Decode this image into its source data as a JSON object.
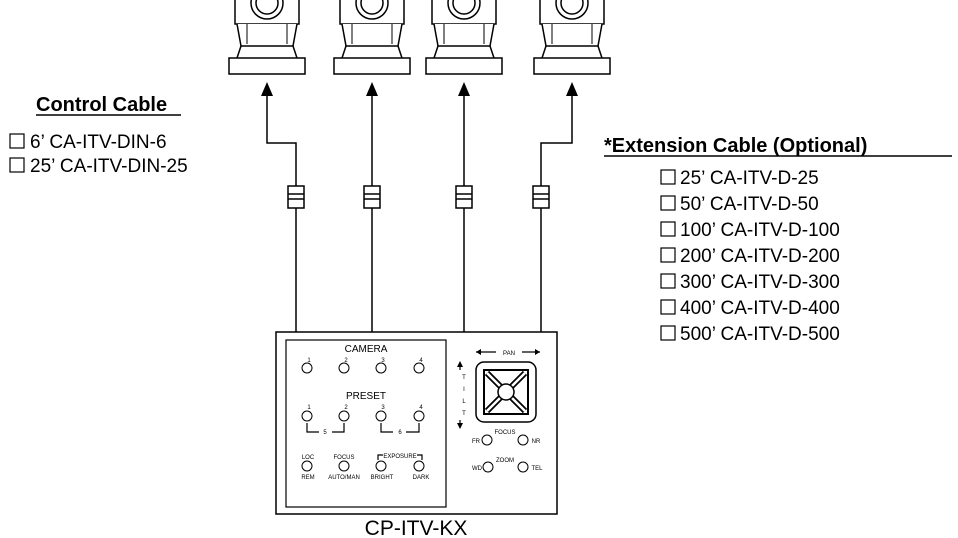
{
  "control_cable": {
    "title": "Control Cable",
    "options": [
      "6’ CA-ITV-DIN-6",
      "25’ CA-ITV-DIN-25"
    ]
  },
  "extension_cable": {
    "title": "*Extension Cable (Optional)",
    "options": [
      "25’ CA-ITV-D-25",
      "50’ CA-ITV-D-50",
      "100’ CA-ITV-D-100",
      "200’ CA-ITV-D-200",
      "300’ CA-ITV-D-300",
      "400’ CA-ITV-D-400",
      "500’ CA-ITV-D-500"
    ]
  },
  "controller": {
    "model": "CP-ITV-KX",
    "camera_label": "CAMERA",
    "camera_numbers": [
      "1",
      "2",
      "3",
      "4"
    ],
    "preset_label": "PRESET",
    "preset_numbers": [
      "1",
      "2",
      "3",
      "4"
    ],
    "preset_extra": [
      "5",
      "6"
    ],
    "loc": "LOC",
    "rem": "REM",
    "focus": "FOCUS",
    "auto_man": "AUTO/MAN",
    "exposure": "EXPOSURE",
    "bright": "BRIGHT",
    "dark": "DARK",
    "pan": "PAN",
    "tilt": [
      "T",
      "I",
      "L",
      "T"
    ],
    "focus2": "FOCUS",
    "fr": "FR",
    "nr": "NR",
    "zoom": "ZOOM",
    "wd": "WD",
    "tel": "TEL"
  }
}
